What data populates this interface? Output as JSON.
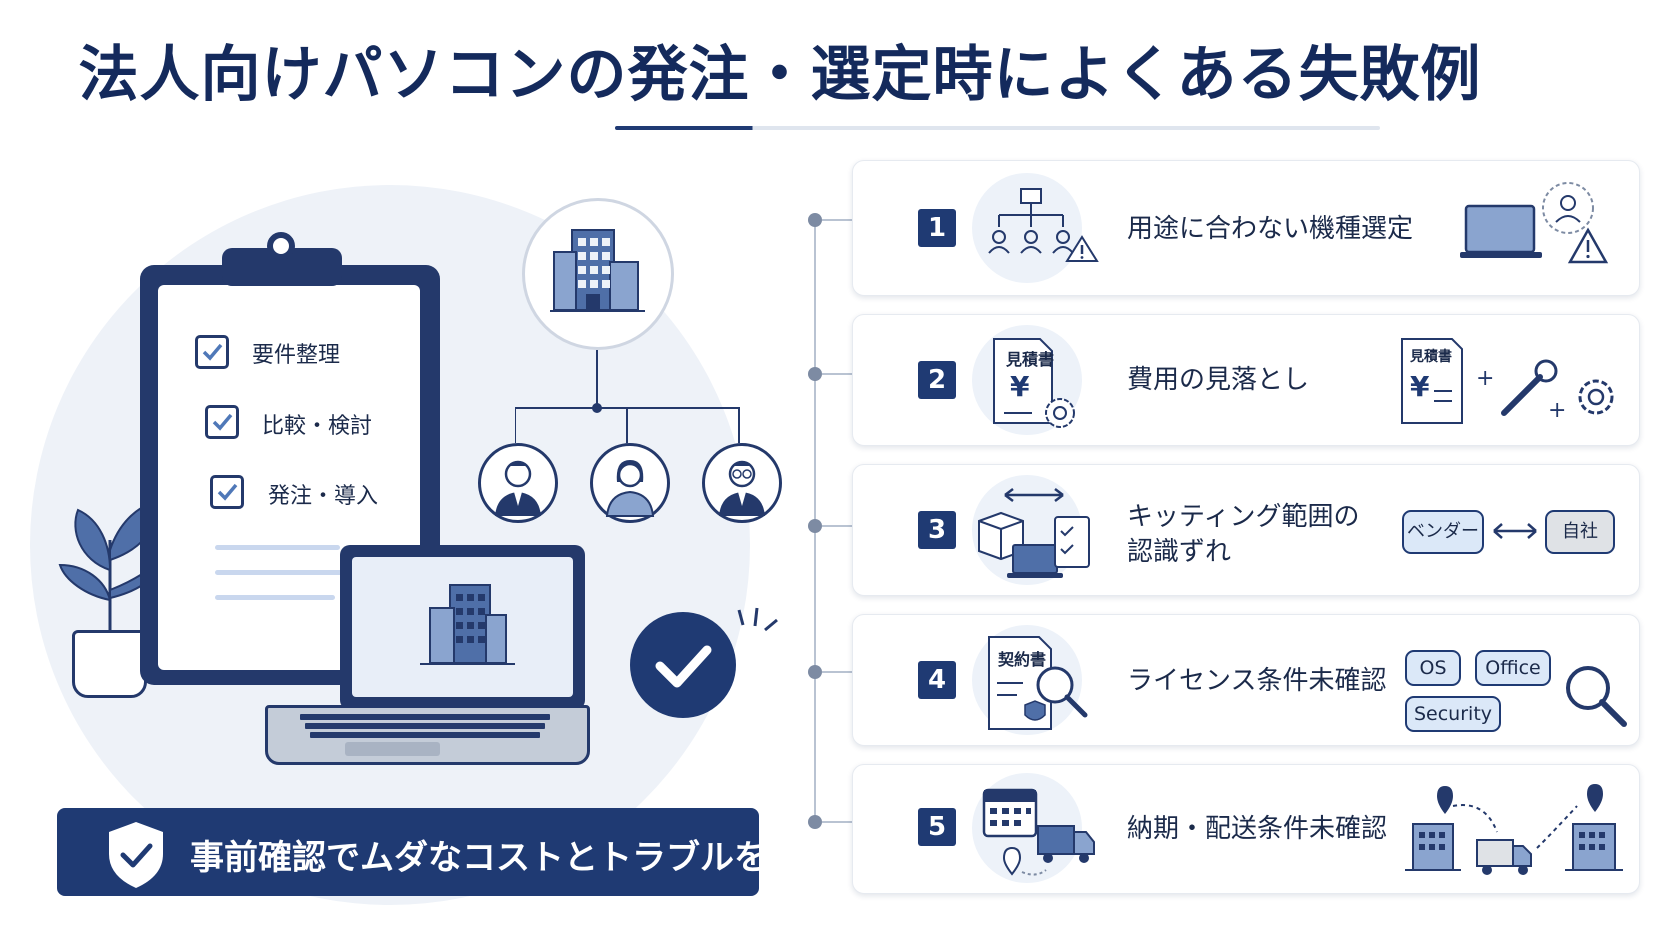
{
  "title": "法人向けパソコンの発注・選定時によくある失敗例",
  "checklist": [
    {
      "label": "要件整理"
    },
    {
      "label": "比較・検討"
    },
    {
      "label": "発注・導入"
    }
  ],
  "banner": {
    "text": "事前確認でムダなコストとトラブルを防ぐ"
  },
  "items": [
    {
      "number": "1",
      "title": "用途に合わない機種選定"
    },
    {
      "number": "2",
      "title": "費用の見落とし",
      "doc_label": "見積書",
      "doc_label_right": "見積書",
      "yen": "¥",
      "yen_right": "¥"
    },
    {
      "number": "3",
      "title_line1": "キッティング範囲の",
      "title_line2": "認識ずれ",
      "vendor_label": "ベンダー",
      "self_label": "自社"
    },
    {
      "number": "4",
      "title": "ライセンス条件未確認",
      "doc_label": "契約書",
      "tags": [
        "OS",
        "Office",
        "Security"
      ]
    },
    {
      "number": "5",
      "title": "納期・配送条件未確認"
    }
  ],
  "colors": {
    "navy": "#1f3a73",
    "light_bg": "#eef2f8",
    "accent_light": "#dbe8f8"
  }
}
